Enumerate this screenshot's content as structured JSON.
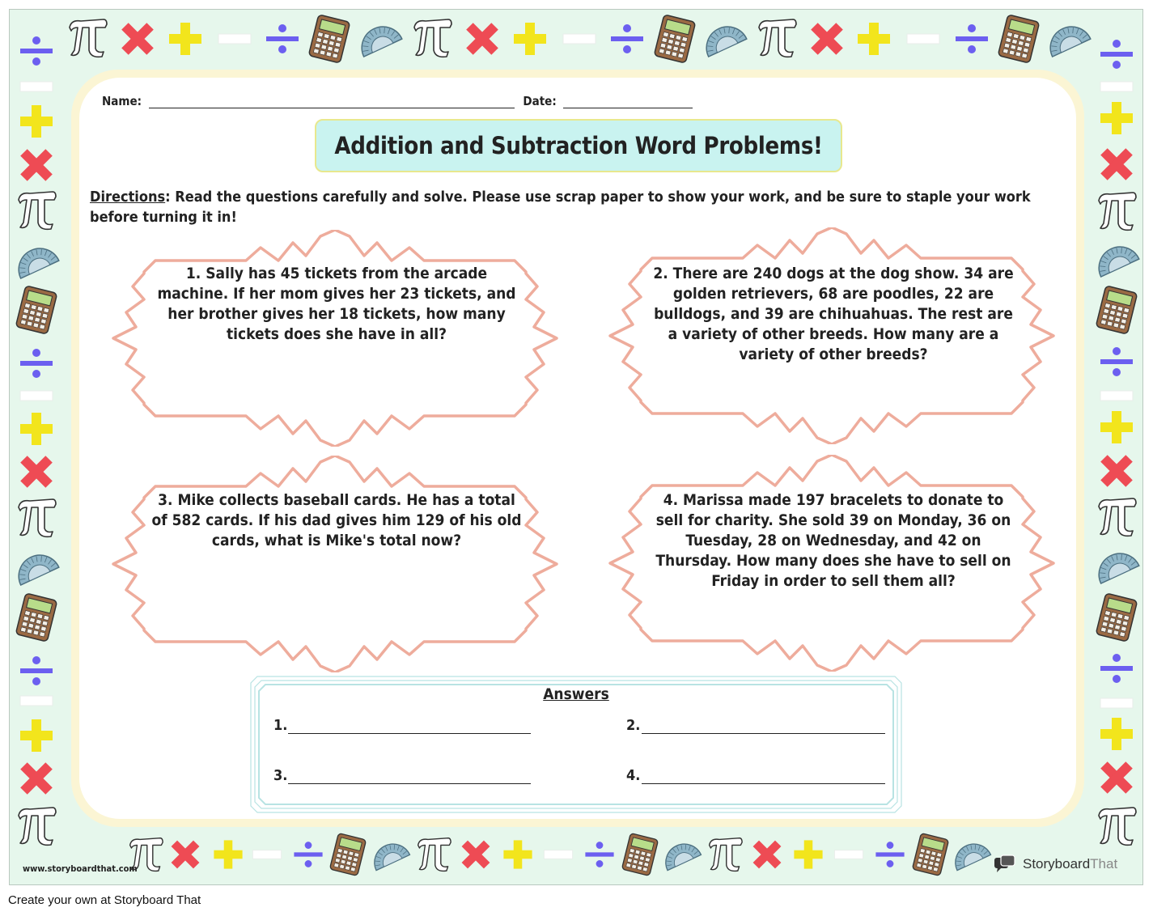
{
  "worksheet": {
    "name_label": "Name:",
    "date_label": "Date:",
    "title": "Addition and Subtraction Word Problems!",
    "directions_label": "Directions",
    "directions_text": ": Read the questions carefully and solve. Please use scrap paper to show your work, and be sure to staple your work before turning it in!"
  },
  "questions": [
    {
      "text": "1. Sally has 45 tickets from the arcade machine. If her mom gives her 23 tickets, and her brother gives her 18 tickets, how many tickets does she have in all?"
    },
    {
      "text": "2. There are 240 dogs at the dog show. 34 are golden retrievers, 68 are poodles, 22 are bulldogs, and 39 are chihuahuas. The rest are a variety of other breeds. How many are a variety of other breeds?"
    },
    {
      "text": "3. Mike collects baseball cards. He has a total of 582 cards. If his dad gives him 129 of his old cards, what is Mike's total now?"
    },
    {
      "text": "4. Marissa made 197 bracelets to donate to sell for charity. She sold 39 on Monday, 36 on Tuesday, 28 on Wednesday, and 42 on Thursday. How many does she have to sell on Friday in order to sell them all?"
    }
  ],
  "answers": {
    "title": "Answers",
    "labels": [
      "1.",
      "2.",
      "3.",
      "4."
    ]
  },
  "watermark": {
    "url": "www.storyboardthat.com",
    "brand_part1": "Storyboard",
    "brand_part2": "That"
  },
  "footer": {
    "text": "Create your own at Storyboard That"
  },
  "colors": {
    "border_bg": "#e6f7ec",
    "title_bg": "#c9f3f0",
    "burst_stroke": "#eeac9c",
    "plus": "#f2e51c",
    "times": "#ee4b54",
    "divide": "#6c5ff0",
    "answer_box": "#b8e3e3"
  },
  "border_icons": [
    "pi-icon",
    "times-icon",
    "plus-icon",
    "minus-icon",
    "divide-icon",
    "calculator-icon",
    "protractor-icon"
  ]
}
